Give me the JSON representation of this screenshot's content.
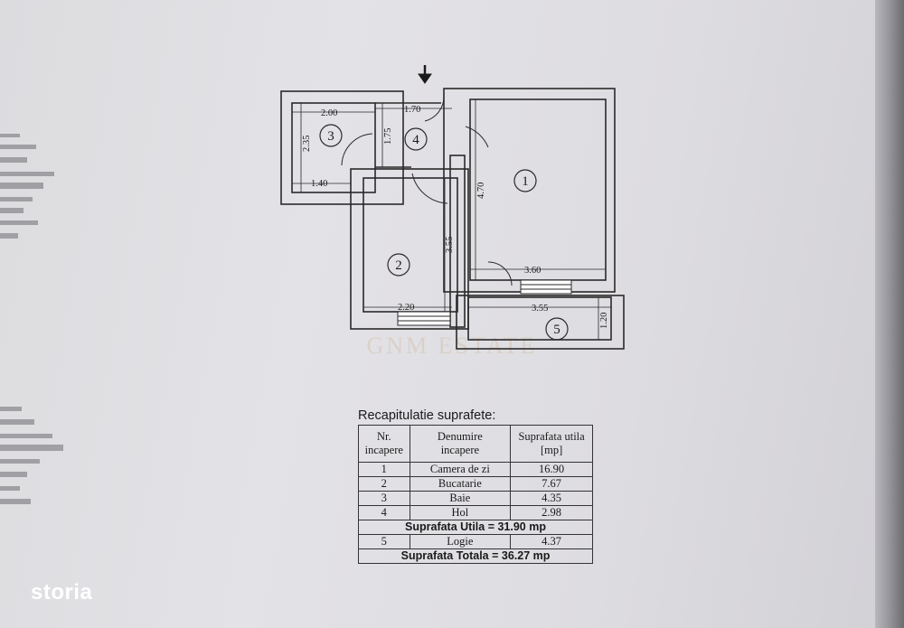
{
  "plan": {
    "dimensions": {
      "d_200": "2.00",
      "d_235": "2.35",
      "d_175": "1.75",
      "d_140": "1.40",
      "d_170": "1.70",
      "d_470": "4.70",
      "d_355_v": "3.55",
      "d_360": "3.60",
      "d_220": "2.20",
      "d_355_h": "3.55",
      "d_120": "1.20"
    },
    "room_numbers": [
      "1",
      "2",
      "3",
      "4",
      "5"
    ]
  },
  "watermark": "GNM ESTATE",
  "table": {
    "title": "Recapitulatie suprafete:",
    "headers": {
      "nr": [
        "Nr.",
        "incapere"
      ],
      "name": [
        "Denumire",
        "incapere"
      ],
      "area": [
        "Suprafata utila",
        "[mp]"
      ]
    },
    "rows": [
      {
        "nr": "1",
        "name": "Camera de zi",
        "area": "16.90"
      },
      {
        "nr": "2",
        "name": "Bucatarie",
        "area": "7.67"
      },
      {
        "nr": "3",
        "name": "Baie",
        "area": "4.35"
      },
      {
        "nr": "4",
        "name": "Hol",
        "area": "2.98"
      }
    ],
    "total_useful": "Suprafata Utila  = 31.90 mp",
    "loggia": {
      "nr": "5",
      "name": "Logie",
      "area": "4.37"
    },
    "total": "Suprafata Totala  = 36.27 mp"
  },
  "brand": "storia"
}
